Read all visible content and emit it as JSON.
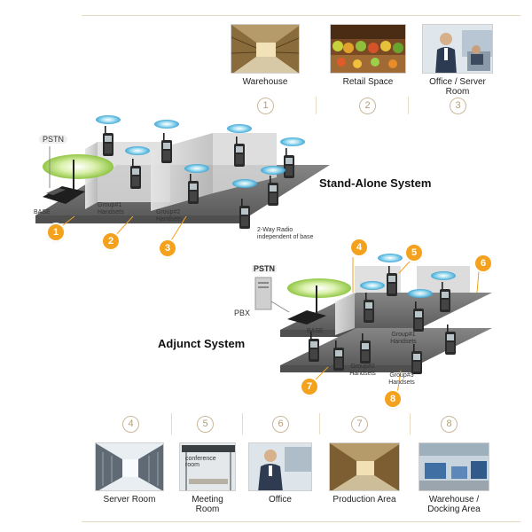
{
  "top_locations": [
    {
      "num": "1",
      "label": "Warehouse"
    },
    {
      "num": "2",
      "label": "Retail Space"
    },
    {
      "num": "3",
      "label": "Office / Server Room"
    }
  ],
  "standalone": {
    "title": "Stand-Alone System",
    "pstn": "PSTN",
    "base": "BASE",
    "group1": "Group#1 Handsets",
    "group2": "Group#2 Handsets",
    "two_way": "2-Way Radio independent of base",
    "markers": [
      "1",
      "2",
      "3"
    ]
  },
  "adjunct": {
    "title": "Adjunct System",
    "pstn": "PSTN",
    "pbx": "PBX",
    "base": "BASE",
    "group1": "Group#1 Handsets",
    "group2": "Group#2 Handsets",
    "group3": "Group#3 Handsets",
    "markers": [
      "4",
      "5",
      "6",
      "7",
      "8"
    ]
  },
  "bottom_locations": [
    {
      "num": "4",
      "label": "Server Room"
    },
    {
      "num": "5",
      "label": "Meeting Room",
      "sign": "conference room"
    },
    {
      "num": "6",
      "label": "Office"
    },
    {
      "num": "7",
      "label": "Production Area"
    },
    {
      "num": "8",
      "label": "Warehouse / Docking Area"
    }
  ],
  "colors": {
    "accent": "#f4a21d",
    "rule": "#e8d9c2",
    "platform": "#6f6f6f",
    "wall": "#cfcfcf"
  }
}
